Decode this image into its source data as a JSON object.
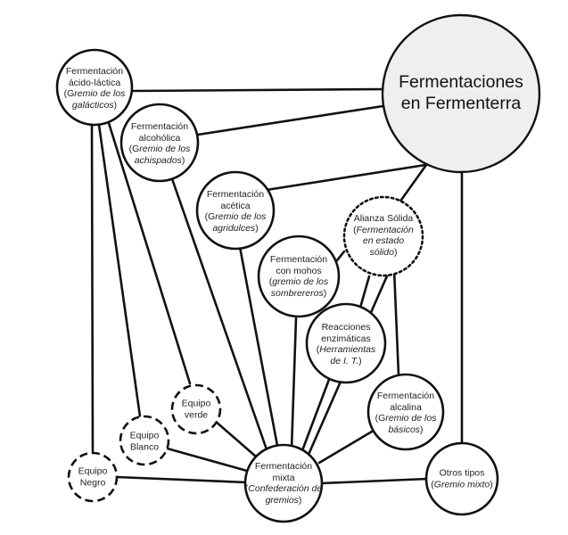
{
  "nodes": {
    "main": {
      "line1": "Fermentaciones",
      "line2": "en Fermenterra"
    },
    "acido_lactica": {
      "l1": "Fermentación",
      "l2": "ácido-láctica",
      "paren_open": "(",
      "g_initial": "G",
      "g_rest": "remio de los",
      "l4": "galácticos",
      "paren_close": ")"
    },
    "alcoholica": {
      "l1": "Fermentación",
      "l2": "alcohólica",
      "paren_open": "(",
      "g_initial": "G",
      "g_rest": "remio de los",
      "l4": "achispados",
      "paren_close": ")"
    },
    "acetica": {
      "l1": "Fermentación",
      "l2": "acética",
      "paren_open": "(",
      "g_initial": "G",
      "g_rest": "remio de los",
      "l4": "agridulces",
      "paren_close": ")"
    },
    "alianza": {
      "l1": "Alianza Sólida",
      "paren_open": "(",
      "l2": "Fermentación",
      "l3": "en estado",
      "l4": "sólido",
      "paren_close": ")"
    },
    "mohos": {
      "l1": "Fermentación",
      "l2": "con mohos",
      "paren_open": "(",
      "l3": "gremio de los",
      "l4": "sombrereros",
      "paren_close": ")"
    },
    "enzimaticas": {
      "l1": "Reacciones",
      "l2": "enzimáticas",
      "paren_open": "(",
      "l3": "Herramientas",
      "l4": "de I. T.",
      "paren_close": ")"
    },
    "alcalina": {
      "l1": "Fermentación",
      "l2": "alcalina",
      "paren_open": "(",
      "g_initial": "G",
      "g_rest": "remio de los",
      "l4": "básicos",
      "paren_close": ")"
    },
    "equipo_verde": {
      "l1": "Equipo",
      "l2": "verde"
    },
    "equipo_blanco": {
      "l1": "Equipo",
      "l2": "Blanco"
    },
    "equipo_negro": {
      "l1": "Equipo",
      "l2": "Negro"
    },
    "mixta": {
      "l1": "Fermentación",
      "l2": "mixta",
      "paren_open": "(",
      "l3": "Confederación de",
      "l4": "gremios",
      "paren_close": ")"
    },
    "otros": {
      "l1": "Otros tipos",
      "paren_open": "(",
      "l2": "Gremio mixto",
      "paren_close": ")"
    }
  }
}
